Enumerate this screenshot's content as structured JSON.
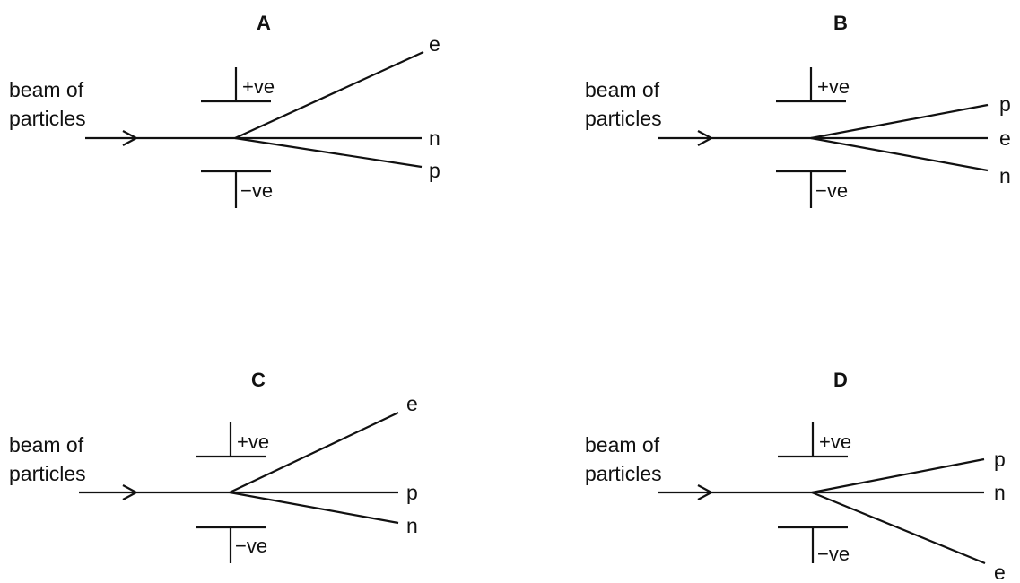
{
  "panels": [
    {
      "id": "A",
      "label": "A",
      "beam_label": [
        "beam of",
        "particles"
      ],
      "plates": {
        "top": "+ve",
        "bottom": "−ve"
      },
      "tracks": [
        {
          "particle": "e",
          "direction": "up-strong"
        },
        {
          "particle": "n",
          "direction": "straight"
        },
        {
          "particle": "p",
          "direction": "down-slight"
        }
      ]
    },
    {
      "id": "B",
      "label": "B",
      "beam_label": [
        "beam of",
        "particles"
      ],
      "plates": {
        "top": "+ve",
        "bottom": "−ve"
      },
      "tracks": [
        {
          "particle": "p",
          "direction": "up-slight"
        },
        {
          "particle": "e",
          "direction": "straight"
        },
        {
          "particle": "n",
          "direction": "down-slight"
        }
      ]
    },
    {
      "id": "C",
      "label": "C",
      "beam_label": [
        "beam of",
        "particles"
      ],
      "plates": {
        "top": "+ve",
        "bottom": "−ve"
      },
      "tracks": [
        {
          "particle": "e",
          "direction": "up-strong"
        },
        {
          "particle": "p",
          "direction": "straight"
        },
        {
          "particle": "n",
          "direction": "down-slight"
        }
      ]
    },
    {
      "id": "D",
      "label": "D",
      "beam_label": [
        "beam of",
        "particles"
      ],
      "plates": {
        "top": "+ve",
        "bottom": "−ve"
      },
      "tracks": [
        {
          "particle": "p",
          "direction": "up-slight"
        },
        {
          "particle": "n",
          "direction": "straight"
        },
        {
          "particle": "e",
          "direction": "down-strong"
        }
      ]
    }
  ]
}
